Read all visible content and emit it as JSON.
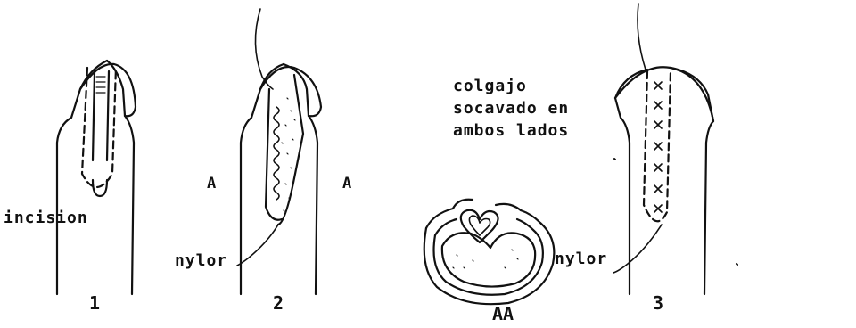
{
  "figures": [
    {
      "number": "1"
    },
    {
      "number": "2"
    },
    {
      "number": "AA"
    },
    {
      "number": "3"
    }
  ],
  "labels": {
    "incision": "incision",
    "nylon_2": "nylor",
    "nylon_3": "nylor",
    "section_left": "A",
    "section_right": "A",
    "flap_line1": "colgajo",
    "flap_line2": "socavado en",
    "flap_line3": "ambos lados"
  },
  "colors": {
    "ink": "#111111",
    "background": "#ffffff"
  }
}
